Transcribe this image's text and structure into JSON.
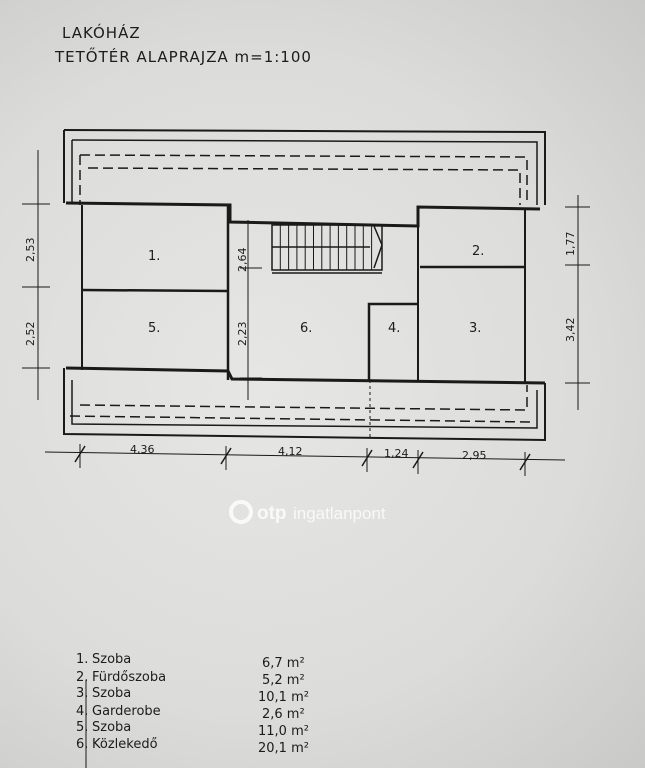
{
  "title": {
    "line1": "LAKÓHÁZ",
    "line2": "TETŐTÉR ALAPRAJZA  m=1:100"
  },
  "rooms": [
    {
      "number": "1.",
      "name": "Szoba",
      "area": "6,7 m²"
    },
    {
      "number": "2.",
      "name": "Fürdőszoba",
      "area": "5,2 m²"
    },
    {
      "number": "3.",
      "name": "Szoba",
      "area": "10,1 m²"
    },
    {
      "number": "4.",
      "name": "Garderobe",
      "area": "2,6 m²"
    },
    {
      "number": "5.",
      "name": "Szoba",
      "area": "11,0 m²"
    },
    {
      "number": "6.",
      "name": "Közlekedő",
      "area": "20,1 m²"
    }
  ],
  "dimensions": {
    "bottom": [
      "4,36",
      "4,12",
      "1,24",
      "2,95"
    ],
    "left": [
      "2,53",
      "2,52"
    ],
    "center": [
      "2,64",
      "2,23"
    ],
    "right": [
      "1,77",
      "3,42"
    ]
  },
  "watermark": {
    "brand": "otp",
    "text": "ingatlanpont"
  }
}
